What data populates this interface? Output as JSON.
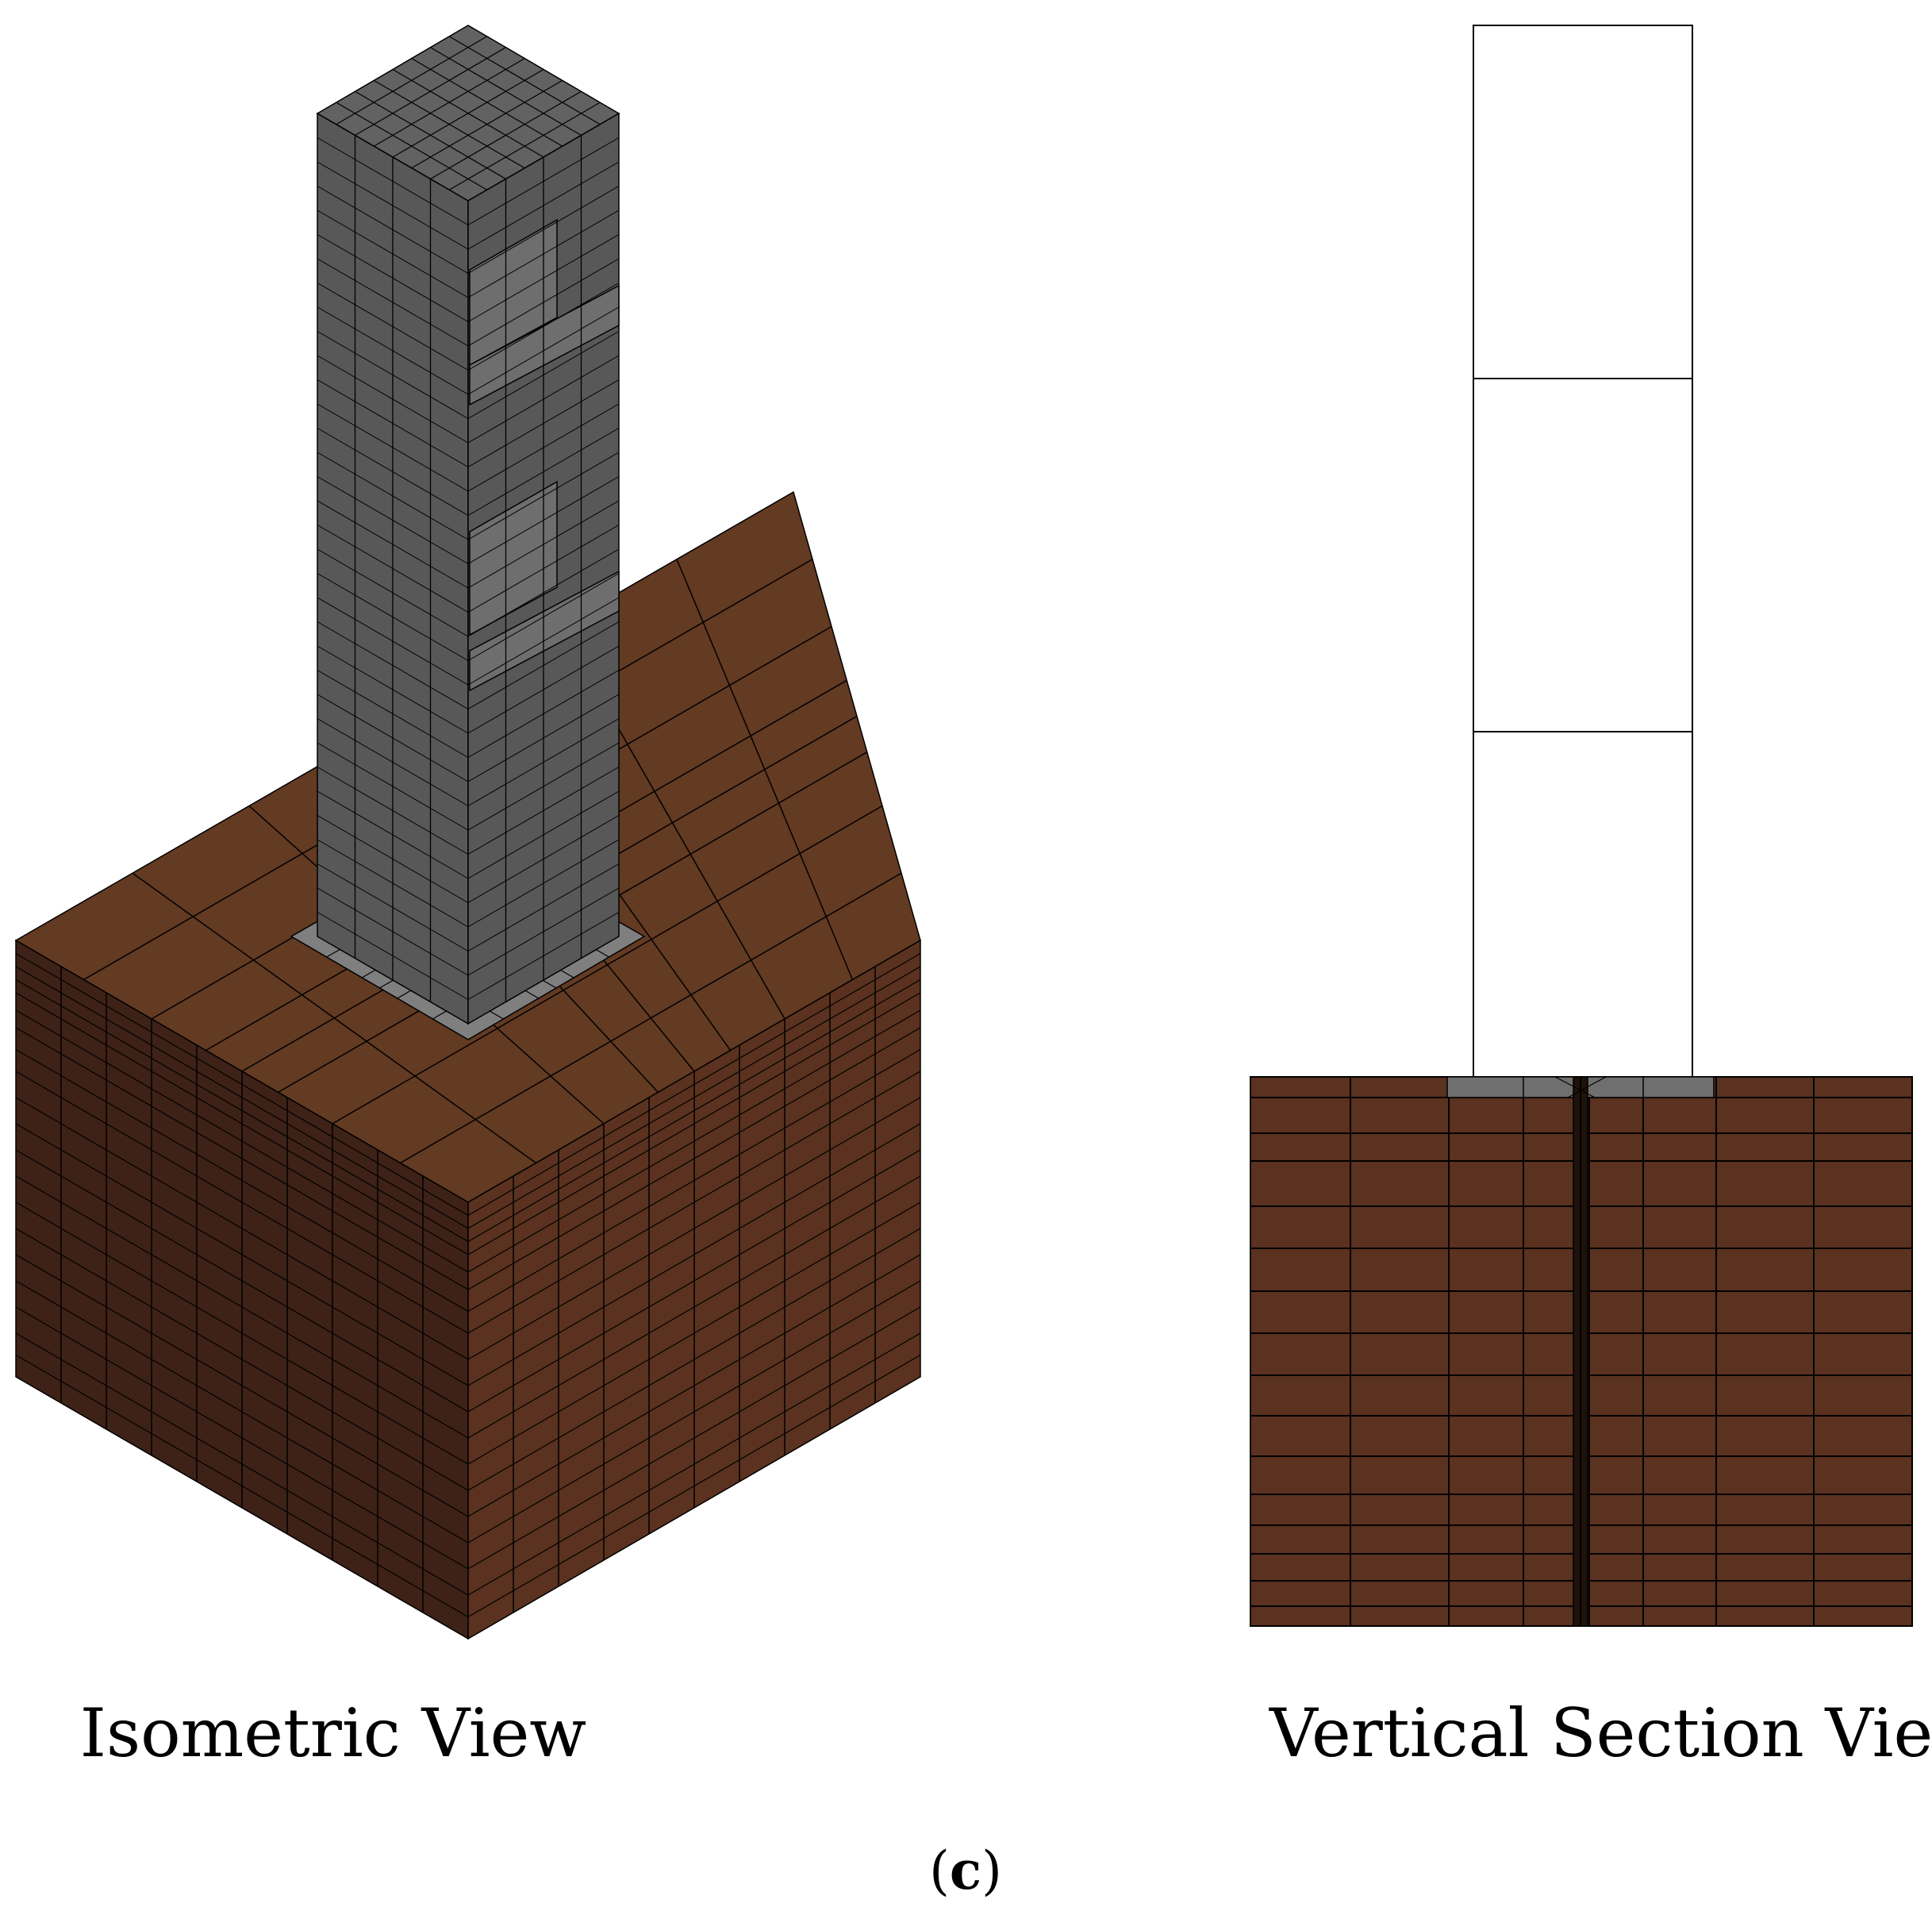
{
  "figure": {
    "label_open": "(",
    "label_letter": "c",
    "label_close": ")"
  },
  "isometric_view": {
    "caption": "Isometric View",
    "colors": {
      "soil_top": "#633a22",
      "soil_left": "#3e2217",
      "soil_right": "#5a321f",
      "column_face": "#585858",
      "column_top": "#626262",
      "column_inner": "#6e6e6e",
      "base_plate": "#7f7f7f",
      "mesh_line": "#000000"
    }
  },
  "vertical_section_view": {
    "caption": "Vertical Section View",
    "colors": {
      "soil": "#5a321f",
      "column_fill": "#ffffff",
      "base_plate": "#6f6f6f",
      "mesh_line": "#000000"
    }
  }
}
